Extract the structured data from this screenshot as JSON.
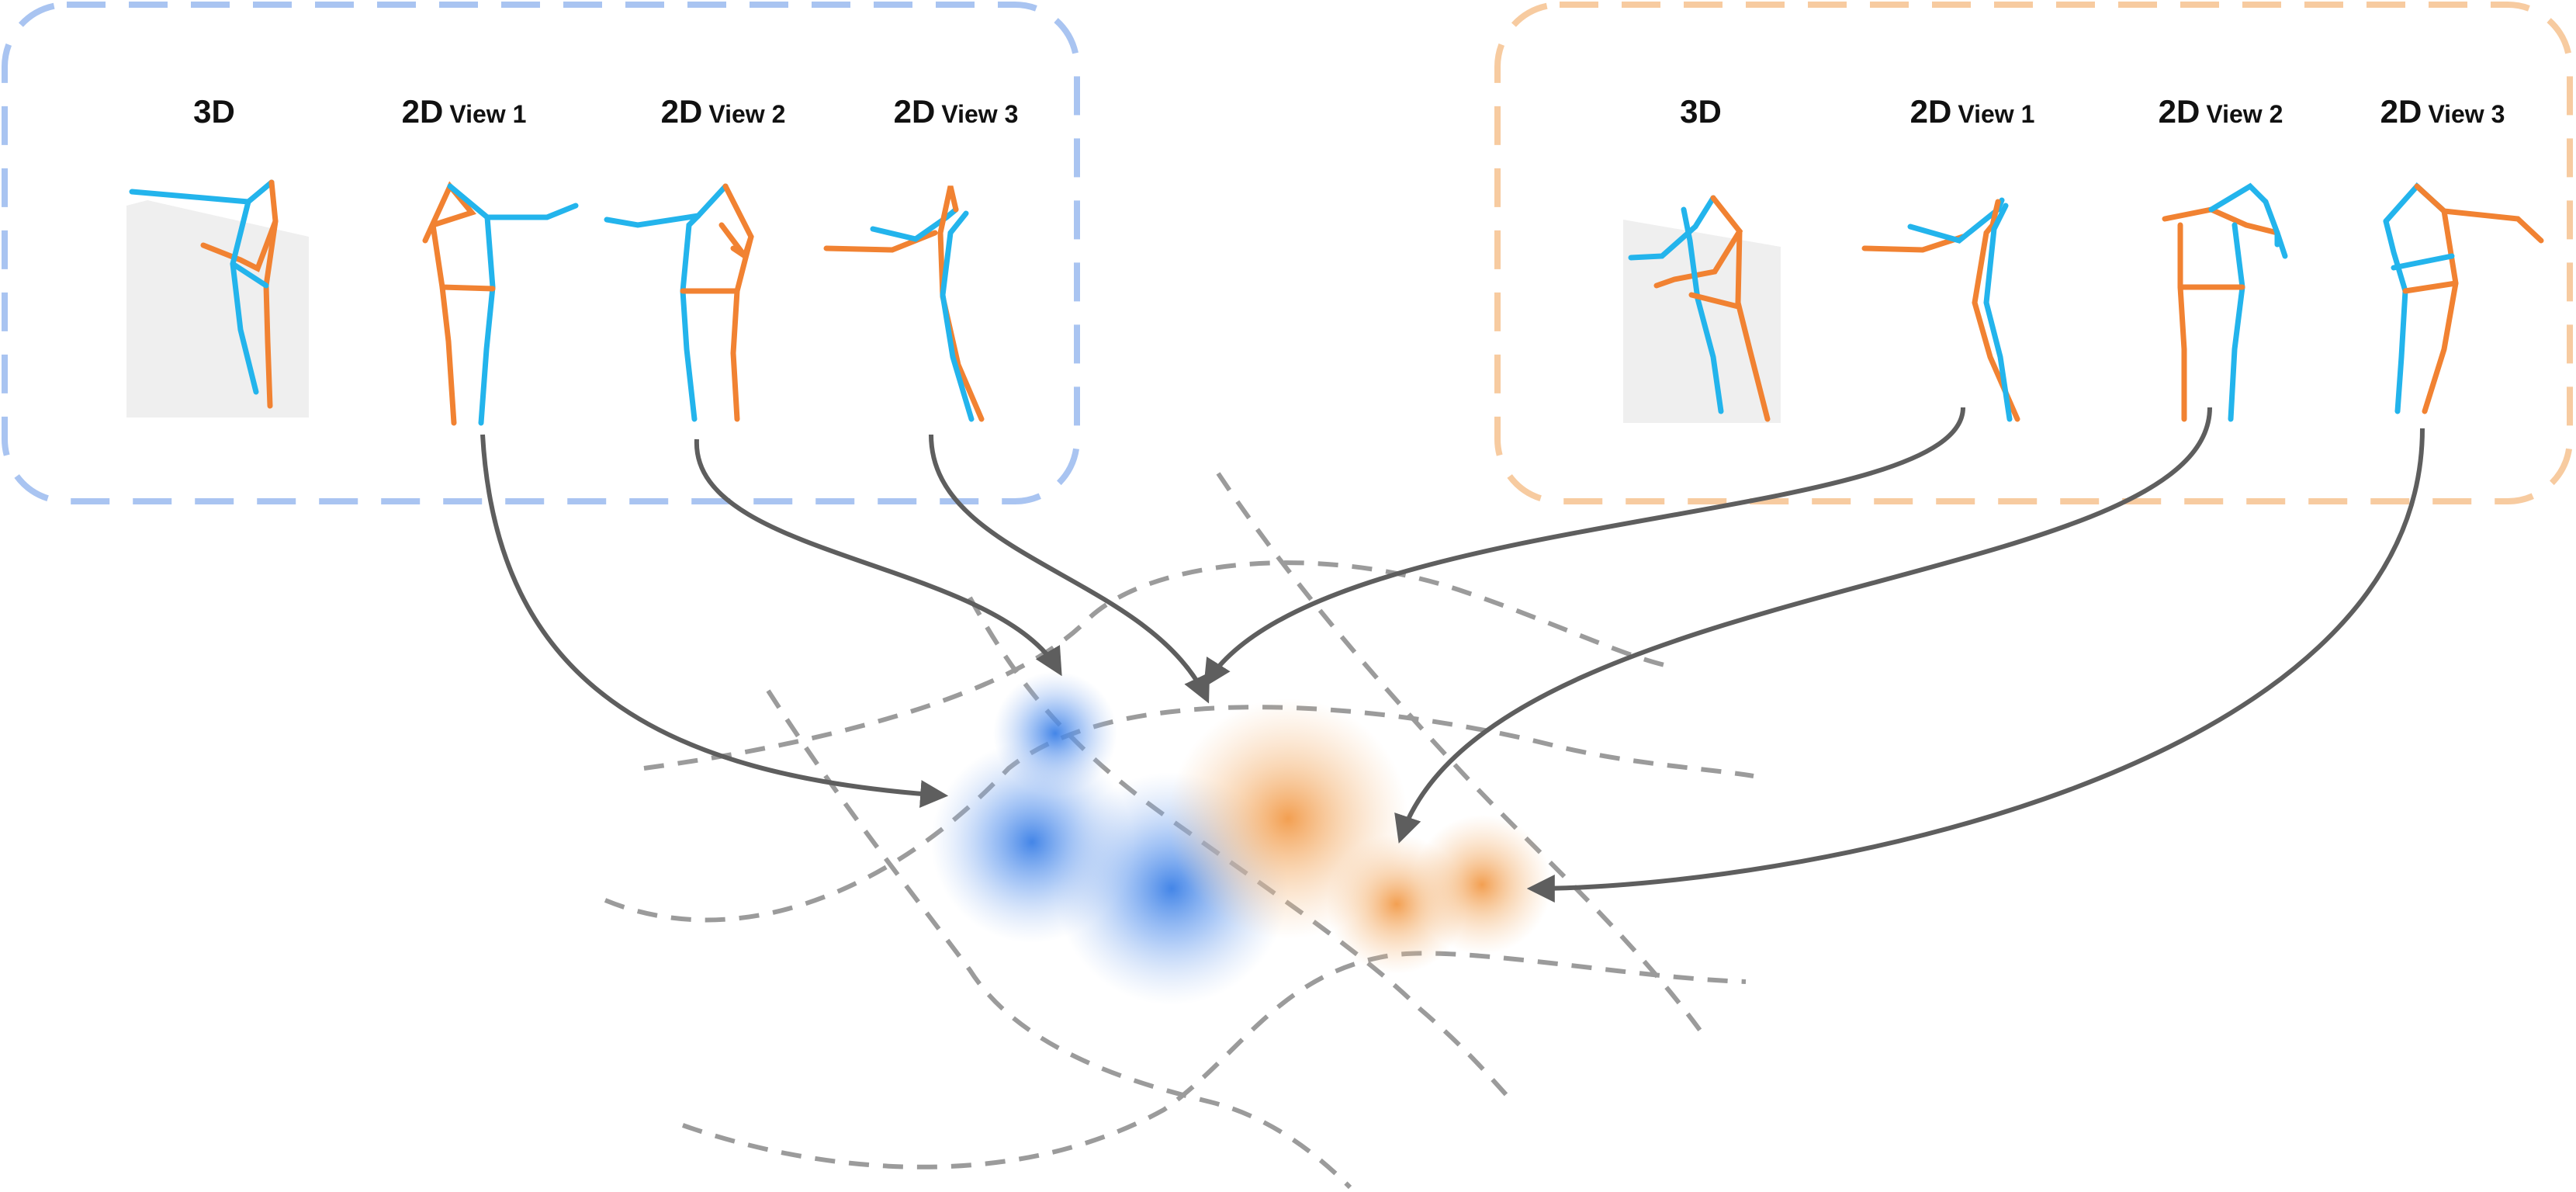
{
  "colors": {
    "group_a_frame": "#a9c4f1",
    "group_b_frame": "#f7cba0",
    "limb_blue": "#23b4ec",
    "limb_orange": "#f18232",
    "arrow": "#5e5e5e",
    "dashed_curve": "#9b9b9b",
    "blob_blue": "#3a7fe6",
    "blob_orange": "#f3a55c",
    "plane": "#efefef"
  },
  "groups": [
    {
      "id": "left",
      "views": [
        {
          "main": "3D",
          "sub": ""
        },
        {
          "main": "2D",
          "sub": "View 1"
        },
        {
          "main": "2D",
          "sub": "View 2"
        },
        {
          "main": "2D",
          "sub": "View 3"
        }
      ]
    },
    {
      "id": "right",
      "views": [
        {
          "main": "3D",
          "sub": ""
        },
        {
          "main": "2D",
          "sub": "View 1"
        },
        {
          "main": "2D",
          "sub": "View 2"
        },
        {
          "main": "2D",
          "sub": "View 3"
        }
      ]
    }
  ]
}
